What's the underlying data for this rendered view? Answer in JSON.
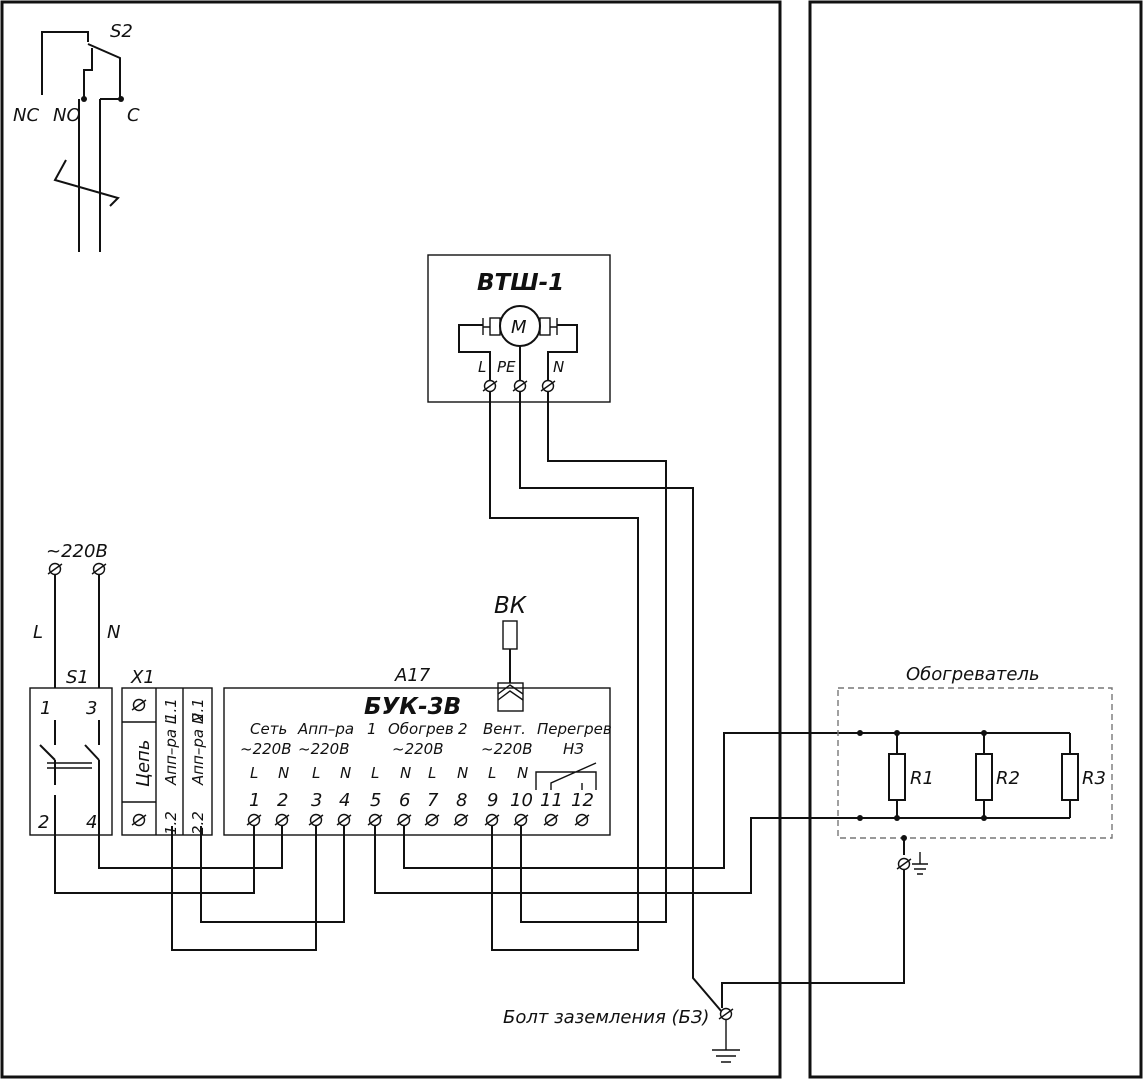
{
  "s2": {
    "title": "S2",
    "nc": "NC",
    "no": "NO",
    "c": "C"
  },
  "motor": {
    "title": "ВТШ-1",
    "symbol": "M",
    "l": "L",
    "pe": "PE",
    "n": "N"
  },
  "supply": {
    "voltage": "~220В",
    "l": "L",
    "n": "N"
  },
  "s1": {
    "title": "S1",
    "p1": "1",
    "p3": "3",
    "p2": "2",
    "p4": "4"
  },
  "x1": {
    "title": "X1",
    "circuit": "Цепь",
    "app_l": "Апп–ра L",
    "app_n": "Апп–ра N",
    "t11": "1.1",
    "t21": "2.1",
    "t12": "1.2",
    "t22": "2.2"
  },
  "sensor": {
    "title": "ВК"
  },
  "controller": {
    "ref": "А17",
    "title": "БУК-3В",
    "groups": {
      "net": "Сеть",
      "app": "Апп–ра",
      "one": "1",
      "heat": "Обогрев",
      "two": "2",
      "vent": "Вент.",
      "overheat": "Перегрев",
      "v_net": "~220В",
      "v_app": "~220В",
      "v_heat": "~220В",
      "v_vent": "~220В",
      "nz": "НЗ"
    },
    "ln": [
      "L",
      "N",
      "L",
      "N",
      "L",
      "N",
      "L",
      "N",
      "L",
      "N"
    ],
    "terminals": [
      "1",
      "2",
      "3",
      "4",
      "5",
      "6",
      "7",
      "8",
      "9",
      "10",
      "11",
      "12"
    ]
  },
  "heater": {
    "title": "Обогреватель",
    "r1": "R1",
    "r2": "R2",
    "r3": "R3"
  },
  "ground": {
    "label": "Болт заземления (БЗ)"
  }
}
